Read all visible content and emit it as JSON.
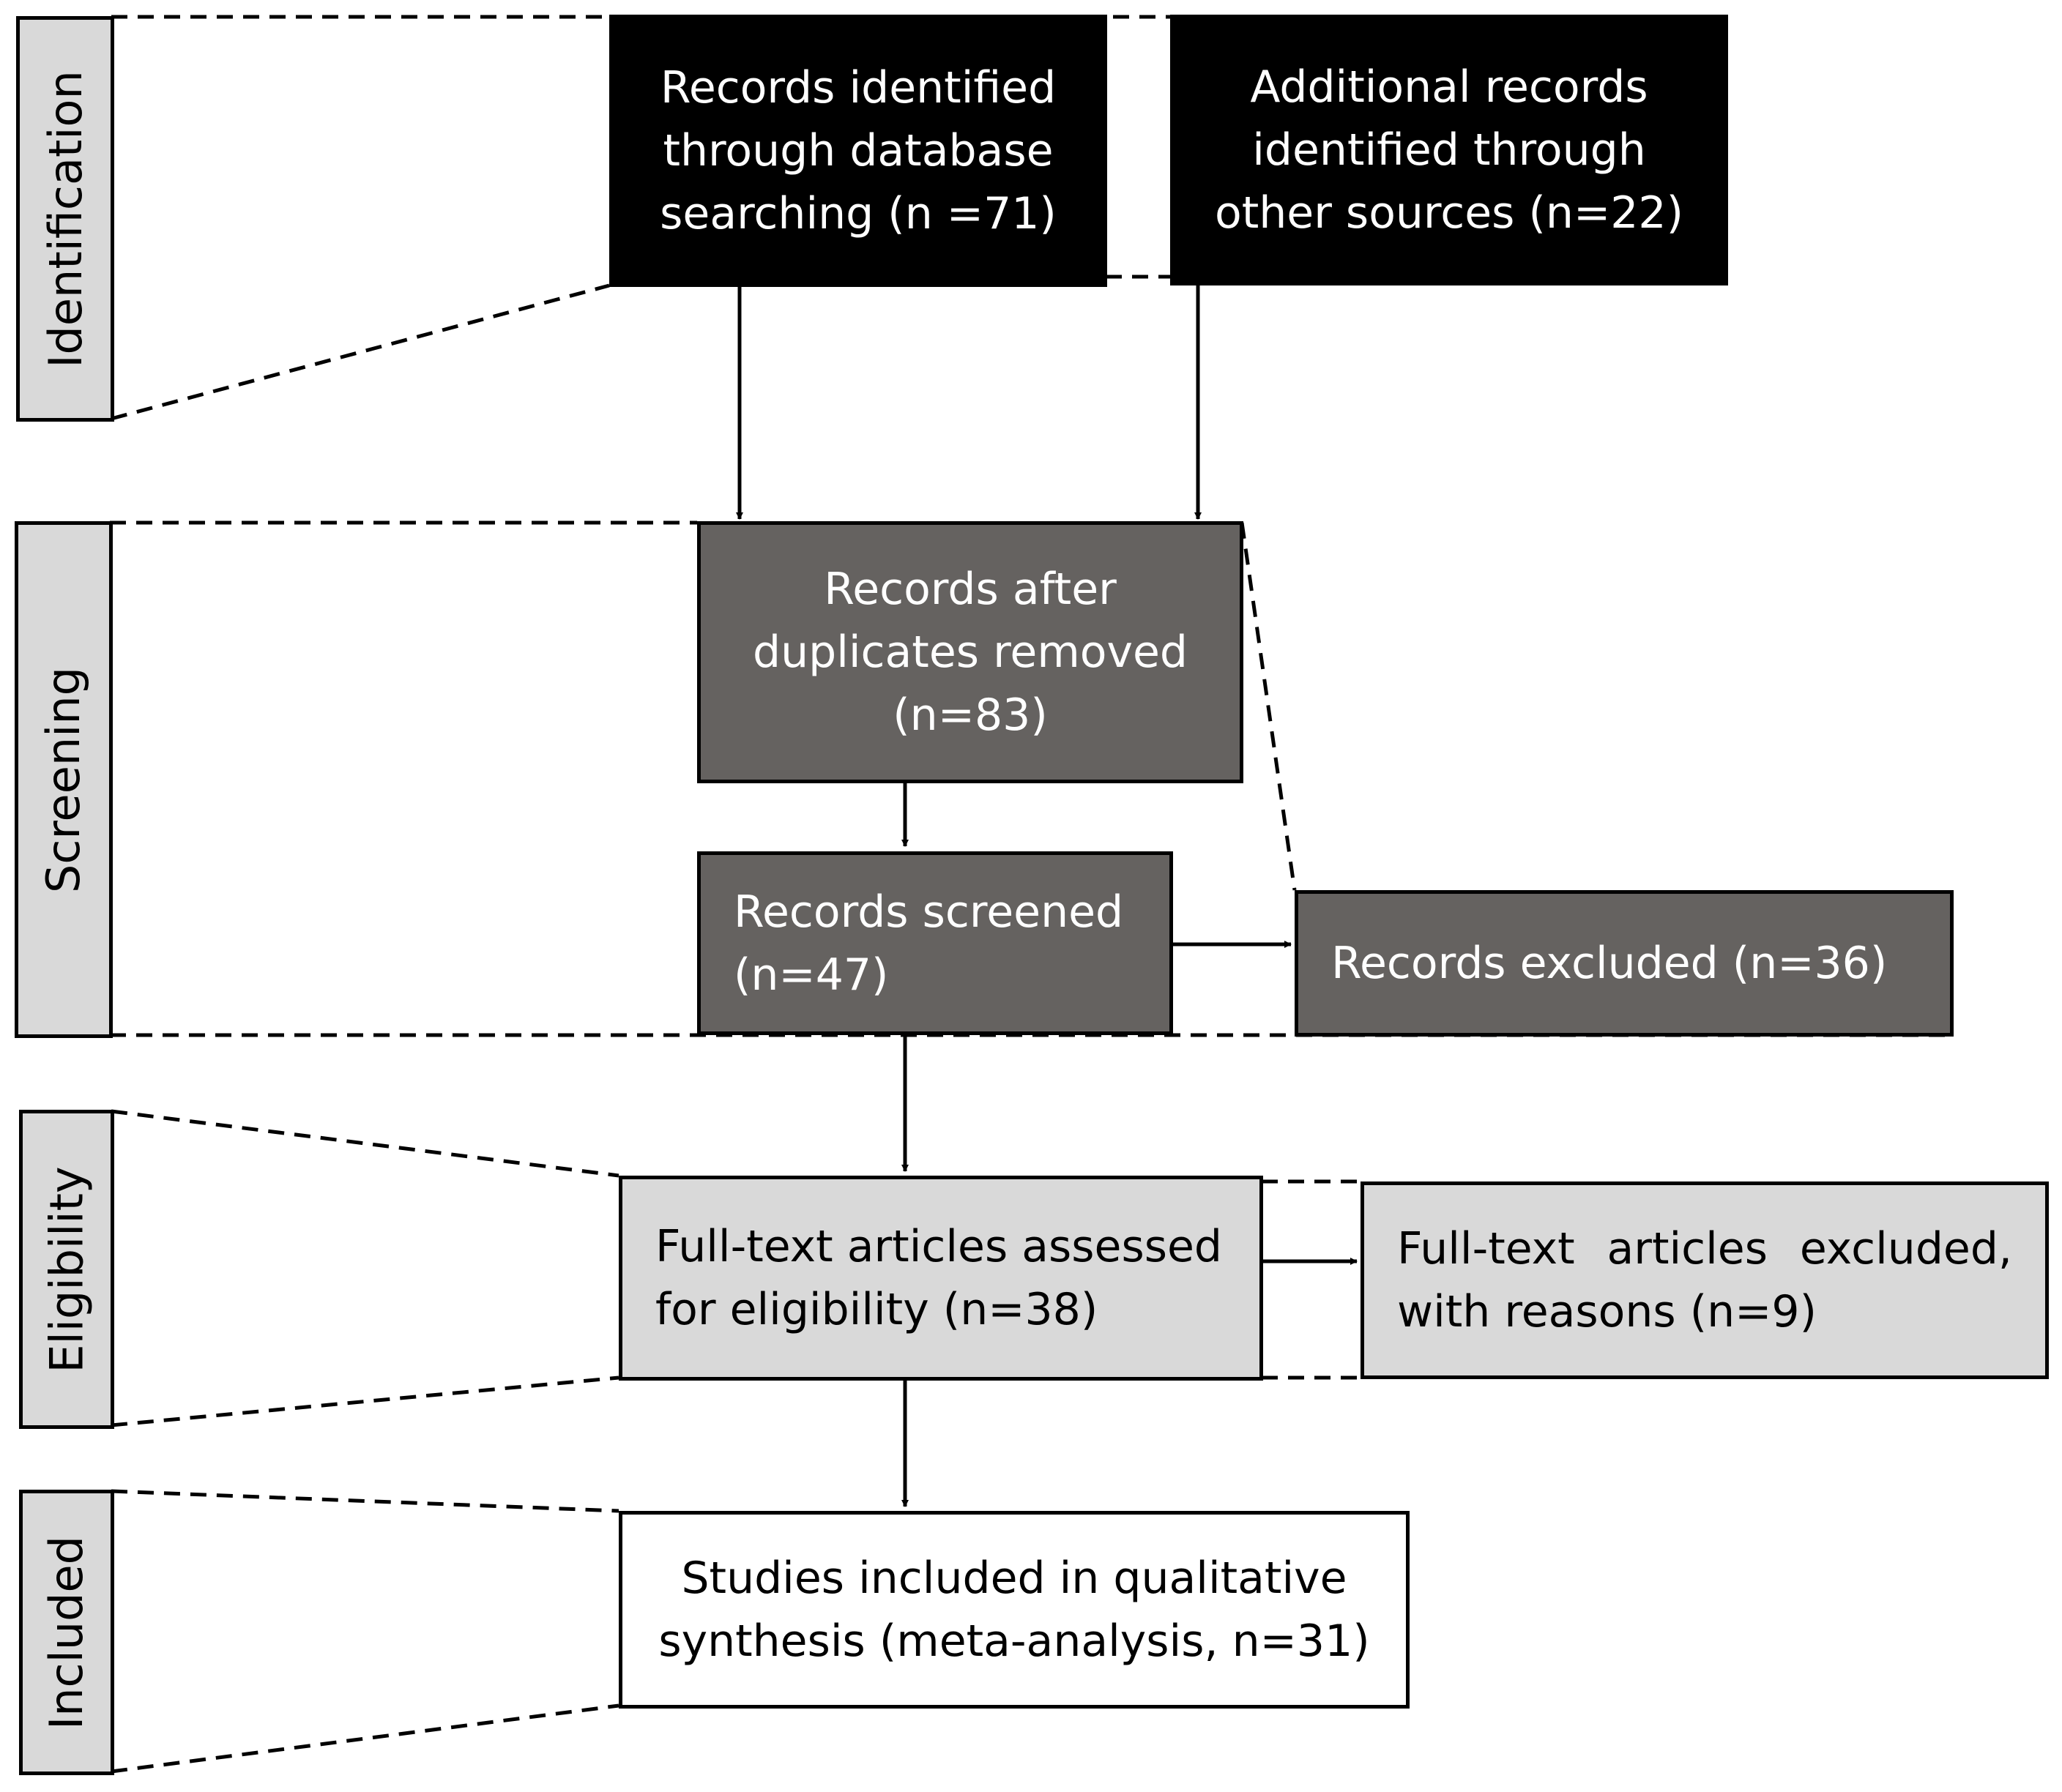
{
  "stages": {
    "identification": "Identification",
    "screening": "Screening",
    "eligibility": "Eligibility",
    "included": "Included"
  },
  "boxes": {
    "database_records": "Records identified through database searching (n =71)",
    "other_records": "Additional records identified through other sources (n=22)",
    "after_duplicates": "Records after duplicates removed (n=83)",
    "screened": "Records screened (n=47)",
    "excluded": "Records excluded (n=36)",
    "full_text_assessed": "Full-text articles assessed for eligibility (n=38)",
    "full_text_excluded": "Full-text articles excluded, with reasons (n=9)",
    "included_studies": "Studies included in qualitative synthesis (meta-analysis, n=31)"
  },
  "colors": {
    "identification_fill": "#000000",
    "screening_fill": "#656260",
    "eligibility_fill": "#d9d9d9",
    "included_fill": "#ffffff",
    "stage_label_fill": "#d9d9d9"
  }
}
